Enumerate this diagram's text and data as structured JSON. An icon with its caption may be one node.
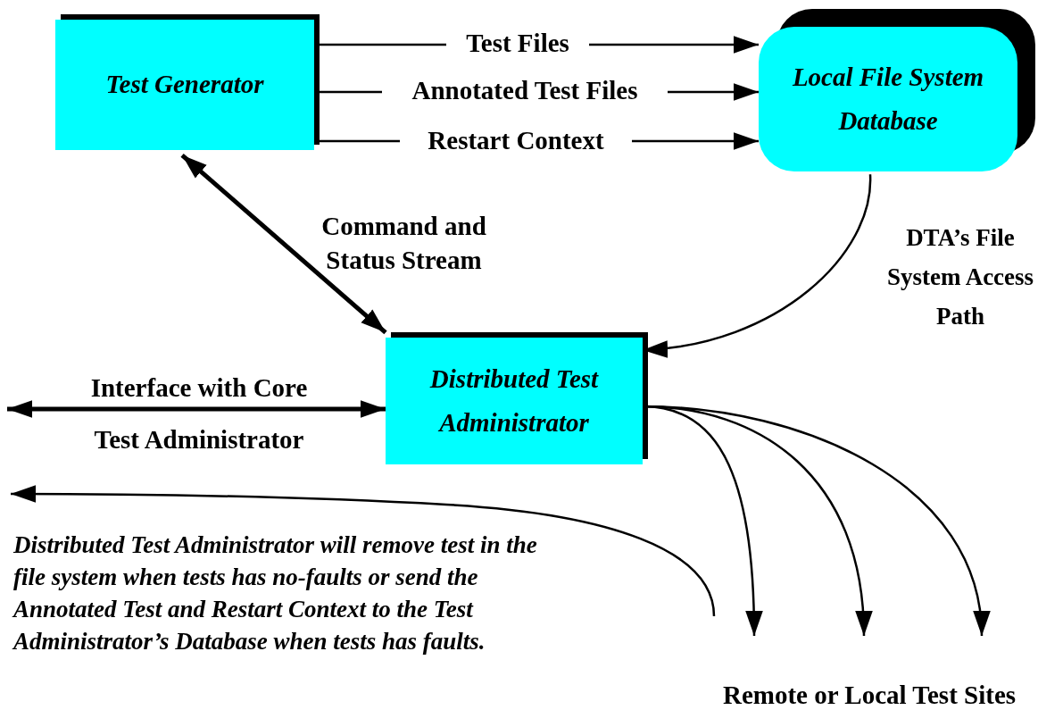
{
  "diagram": {
    "nodes": [
      {
        "text": [
          "Test Generator"
        ]
      },
      {
        "text": [
          "Local File System Database"
        ]
      },
      {
        "text": [
          "Distributed Test Administrator"
        ]
      },
      {
        "text": [
          "Remote or Local Test Sites"
        ]
      },
      {
        "text": [
          "Distributed Test Administrator will remove test in the file system when tests has no-faults or send the Annotated Test and Restart Context to the Test Administrator’s Database when tests has faults."
        ]
      }
    ],
    "edges": [
      {
        "from": 0,
        "to": 1,
        "arrow": "to",
        "label": "Test Files"
      },
      {
        "from": 0,
        "to": 1,
        "arrow": "to",
        "label": "Annotated Test Files"
      },
      {
        "from": 0,
        "to": 1,
        "arrow": "to",
        "label": "Restart Context"
      },
      {
        "from": 0,
        "to": 2,
        "arrow": "both",
        "label": "Command and Status Stream",
        "style": "thick"
      },
      {
        "from": null,
        "to": 2,
        "arrow": "both",
        "label": "Interface with Core Test Administrator",
        "style": "thick"
      },
      {
        "from": 1,
        "to": 2,
        "arrow": "to",
        "label": "DTA’s File System Access Path"
      },
      {
        "from": 2,
        "to": 3,
        "arrow": "to"
      },
      {
        "from": 2,
        "to": 3,
        "arrow": "to"
      },
      {
        "from": 2,
        "to": 3,
        "arrow": "to"
      }
    ]
  }
}
